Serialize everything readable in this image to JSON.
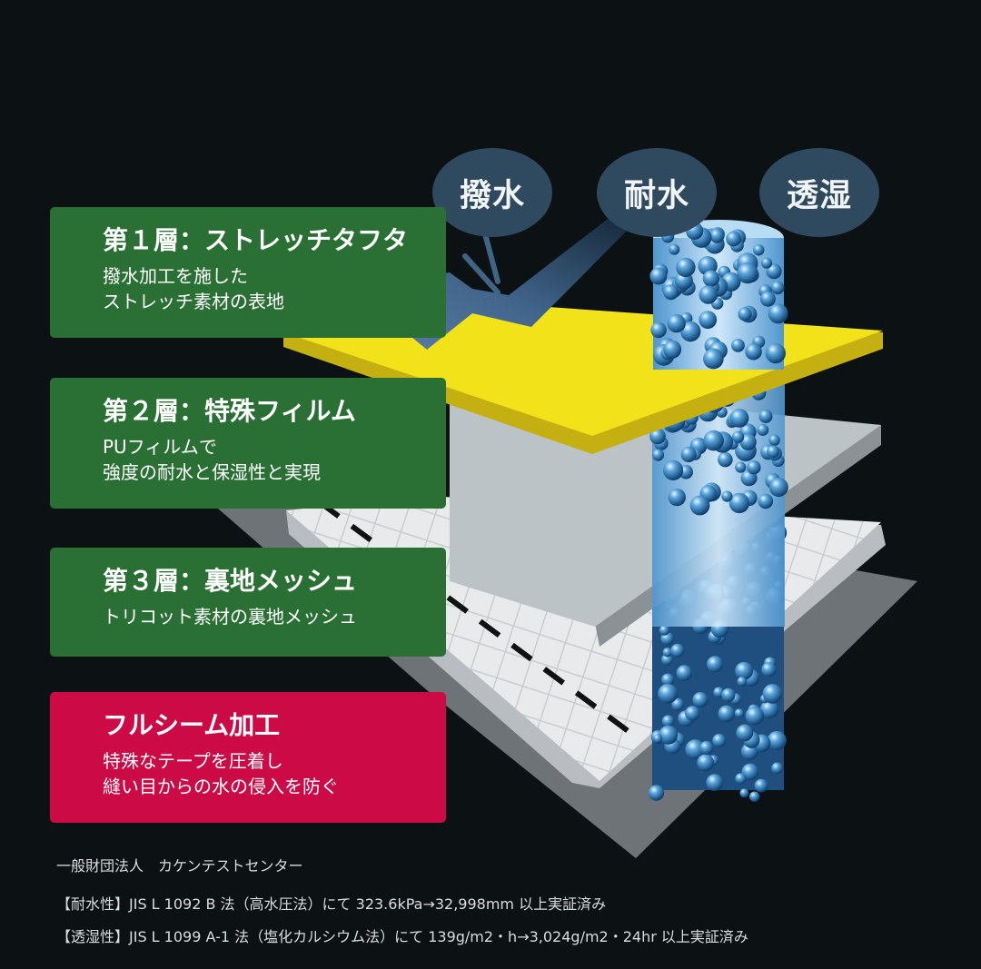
{
  "bubbles": [
    {
      "label": "撥水"
    },
    {
      "label": "耐水"
    },
    {
      "label": "透湿"
    }
  ],
  "layers": [
    {
      "title": "第１層：ストレッチタフタ",
      "desc": "撥水加工を施した\nストレッチ素材の表地",
      "color": "#2a7034"
    },
    {
      "title": "第２層：特殊フィルム",
      "desc": "PUフィルムで\n強度の耐水と保湿性と実現",
      "color": "#2a7034"
    },
    {
      "title": "第３層：裏地メッシュ",
      "desc": "トリコット素材の裏地メッシュ",
      "color": "#2a7034"
    },
    {
      "title": "フルシーム加工",
      "desc": "特殊なテープを圧着し\n縫い目からの水の侵入を防ぐ",
      "color": "#cc0a46"
    }
  ],
  "footer": {
    "org": "一般財団法人　カケンテストセンター",
    "water_resistance": "【耐水性】JIS L 1092 B 法（高水圧法）にて 323.6kPa→32,998mm 以上実証済み",
    "breathability": "【透湿性】JIS L 1099 A-1 法（塩化カルシウム法）にて 139g/m2・h→3,024g/m2・24hr 以上実証済み"
  },
  "colors": {
    "background": "#0c1114",
    "layer1": "#f2e21a",
    "layer2": "#bcc3c6",
    "layer3": "#e4e6e8",
    "card_green": "#2a7034",
    "card_pink": "#cc0a46",
    "bubble": "#2f4a5f",
    "water": "#2f6fa8"
  }
}
